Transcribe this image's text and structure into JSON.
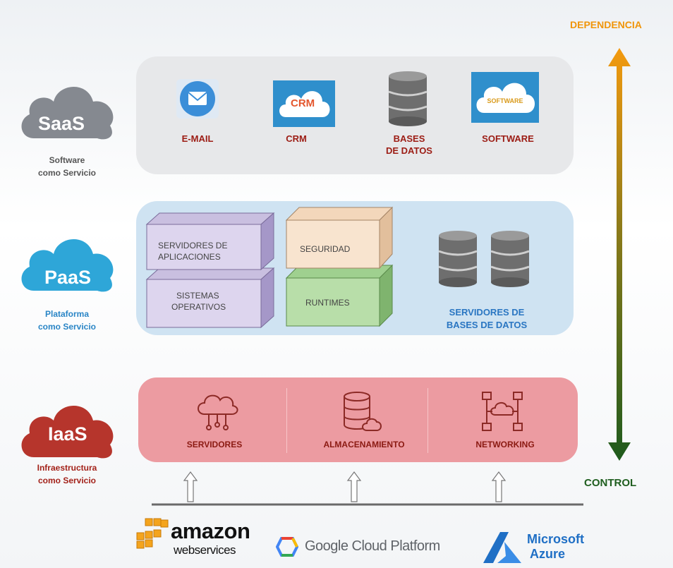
{
  "axis": {
    "top_label": "DEPENDENCIA",
    "bottom_label": "CONTROL",
    "top_color": "#f0950a",
    "bottom_color": "#1f5e1f"
  },
  "saas": {
    "cloud_text": "SaaS",
    "subtitle_line1": "Software",
    "subtitle_line2": "como Servicio",
    "cloud_color": "#858990",
    "items": [
      {
        "label": "E-MAIL",
        "icon": "mail-icon"
      },
      {
        "label": "CRM",
        "icon": "crm-cloud-icon",
        "badge": "CRM"
      },
      {
        "label_line1": "BASES",
        "label_line2": "DE DATOS",
        "icon": "database-icon"
      },
      {
        "label": "SOFTWARE",
        "icon": "software-cloud-icon",
        "badge": "SOFTWARE"
      }
    ]
  },
  "paas": {
    "cloud_text": "PaaS",
    "subtitle_line1": "Plataforma",
    "subtitle_line2": "como Servicio",
    "cloud_color": "#2ea6d8",
    "boxes": {
      "app_servers_line1": "SERVIDORES DE",
      "app_servers_line2": "APLICACIONES",
      "os_line1": "SISTEMAS",
      "os_line2": "OPERATIVOS",
      "security": "SEGURIDAD",
      "runtimes": "RUNTIMES"
    },
    "db_servers_line1": "SERVIDORES DE",
    "db_servers_line2": "BASES DE DATOS"
  },
  "iaas": {
    "cloud_text": "IaaS",
    "subtitle_line1": "Infraestructura",
    "subtitle_line2": "como Servicio",
    "cloud_color": "#b6352c",
    "items": [
      {
        "label": "SERVIDORES",
        "icon": "cloud-circuit-icon"
      },
      {
        "label": "ALMACENAMIENTO",
        "icon": "storage-icon"
      },
      {
        "label": "NETWORKING",
        "icon": "network-icon"
      }
    ]
  },
  "providers": {
    "aws_main": "amazon",
    "aws_sub": "webservices",
    "google": "Google Cloud Platform",
    "ms_line1": "Microsoft",
    "ms_line2": "Azure"
  }
}
